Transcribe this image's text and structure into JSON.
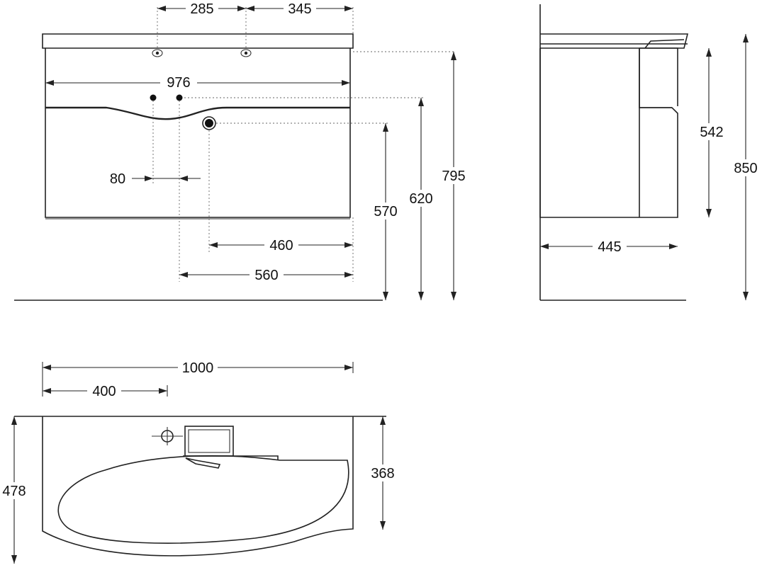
{
  "drawing": {
    "front_view": {
      "dims": {
        "d285": "285",
        "d345": "345",
        "d976": "976",
        "d80": "80",
        "d460": "460",
        "d560": "560",
        "d570": "570",
        "d620": "620",
        "d795": "795"
      }
    },
    "side_view": {
      "dims": {
        "d542": "542",
        "d850": "850",
        "d445": "445"
      }
    },
    "top_view": {
      "dims": {
        "d1000": "1000",
        "d400": "400",
        "d478": "478",
        "d368": "368"
      }
    },
    "colors": {
      "line": "#222222",
      "background": "#ffffff"
    }
  }
}
